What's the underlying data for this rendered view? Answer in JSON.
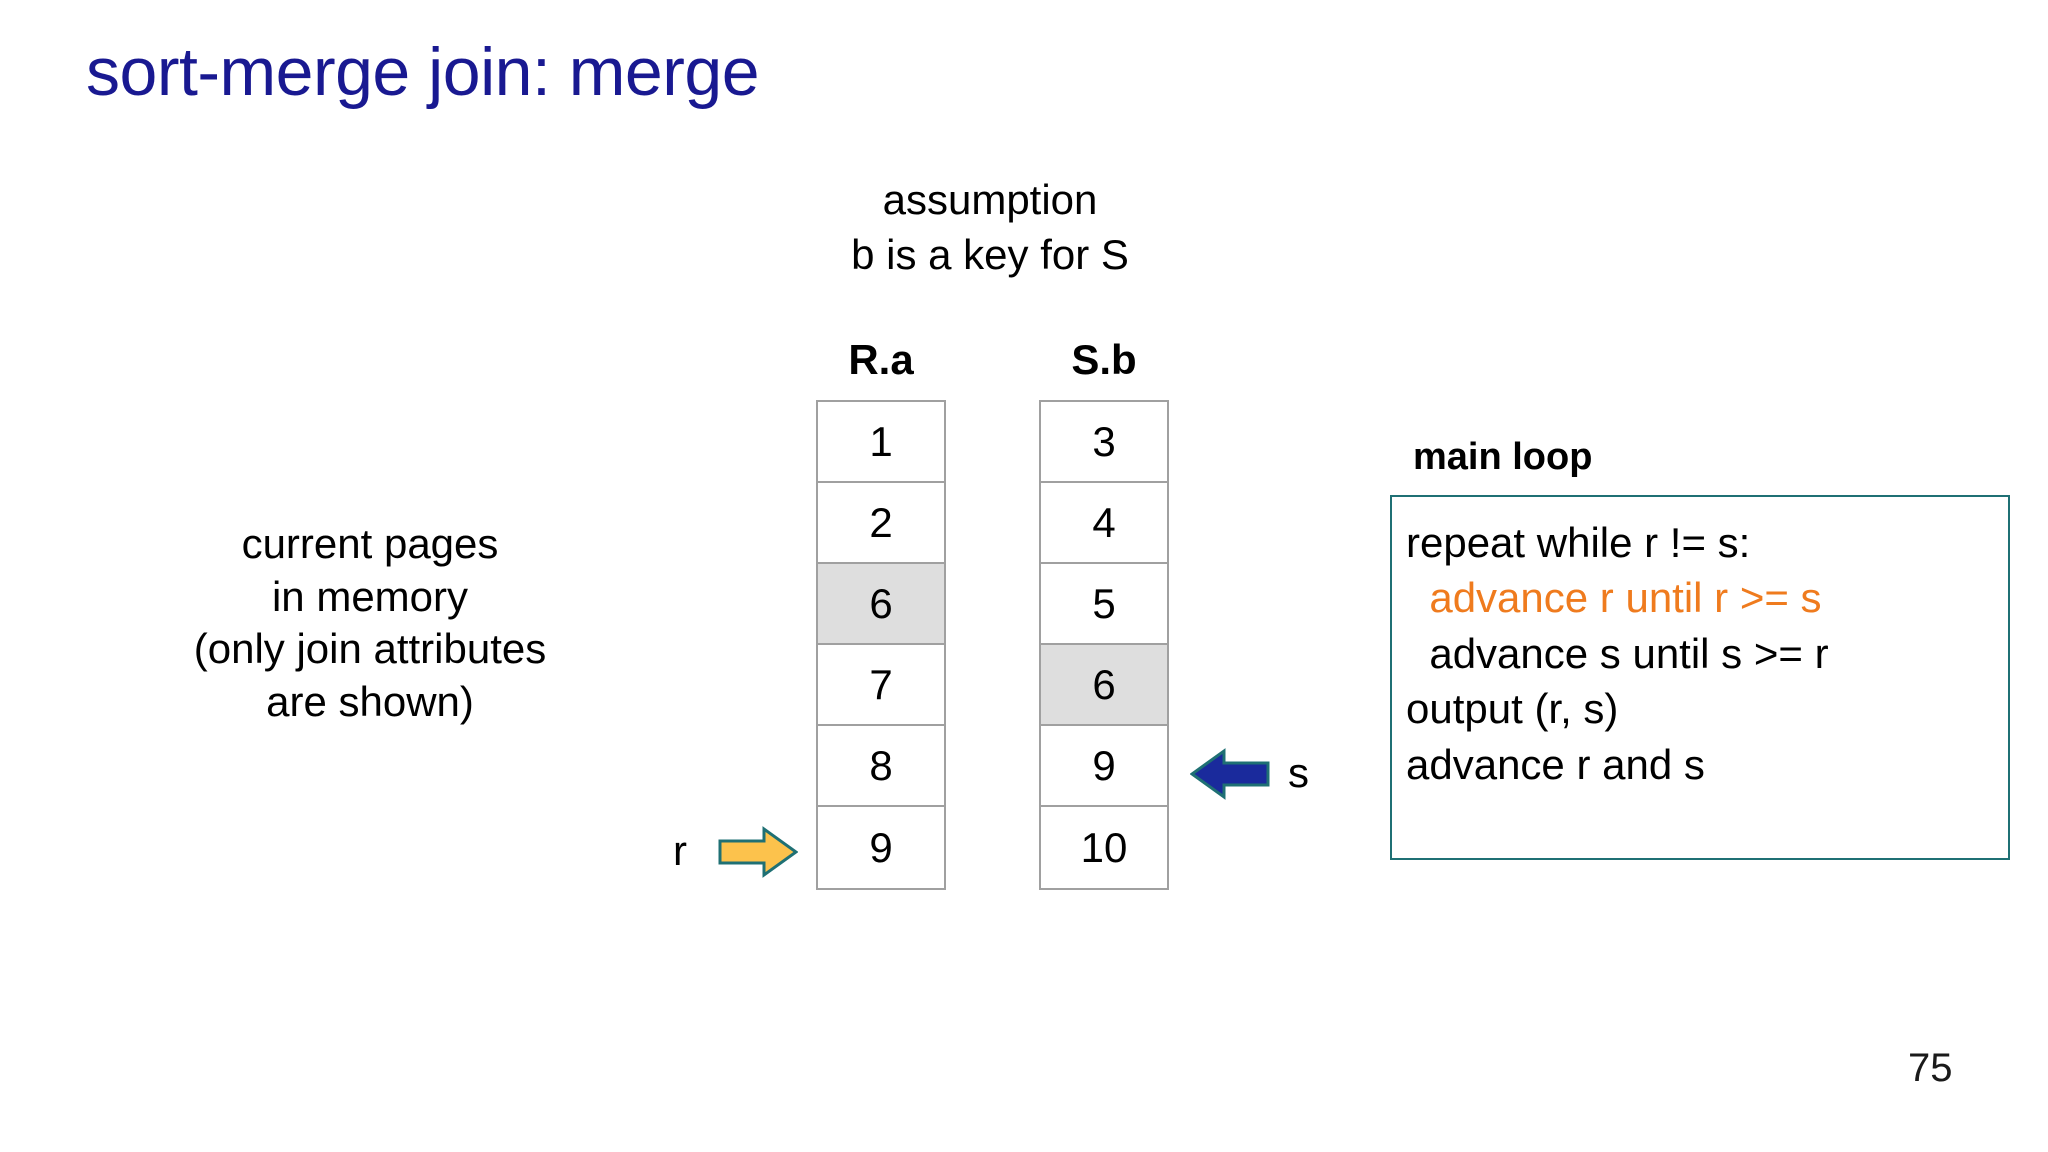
{
  "slide": {
    "title": "sort-merge join: merge",
    "page_number": "75",
    "title_color": "#191991",
    "accent_color": "#ef7b1e",
    "box_border_color": "#1f7074",
    "highlight_color": "#dedede",
    "r_arrow_color": "#fcc24c",
    "s_arrow_color": "#1a2a9c"
  },
  "assumption_note": {
    "line1": "assumption",
    "line2": "b is a key for S"
  },
  "memory_caption": {
    "line1": "current pages",
    "line2": "in memory",
    "line3": "(only join attributes",
    "line4": "are shown)"
  },
  "tables": {
    "r": {
      "header": "R.a",
      "rows": [
        {
          "value": "1",
          "highlighted": false
        },
        {
          "value": "2",
          "highlighted": false
        },
        {
          "value": "6",
          "highlighted": true
        },
        {
          "value": "7",
          "highlighted": false
        },
        {
          "value": "8",
          "highlighted": false
        },
        {
          "value": "9",
          "highlighted": false
        }
      ]
    },
    "s": {
      "header": "S.b",
      "rows": [
        {
          "value": "3",
          "highlighted": false
        },
        {
          "value": "4",
          "highlighted": false
        },
        {
          "value": "5",
          "highlighted": false
        },
        {
          "value": "6",
          "highlighted": true
        },
        {
          "value": "9",
          "highlighted": false
        },
        {
          "value": "10",
          "highlighted": false
        }
      ]
    }
  },
  "pointers": {
    "r_label": "r",
    "s_label": "s"
  },
  "main_loop": {
    "label": "main loop",
    "lines": [
      {
        "text": "repeat while r != s:",
        "accent": false
      },
      {
        "text": "  advance r until r >= s",
        "accent": true
      },
      {
        "text": "  advance s until s >= r",
        "accent": false
      },
      {
        "text": "output (r, s)",
        "accent": false
      },
      {
        "text": "advance r and s",
        "accent": false
      }
    ]
  }
}
